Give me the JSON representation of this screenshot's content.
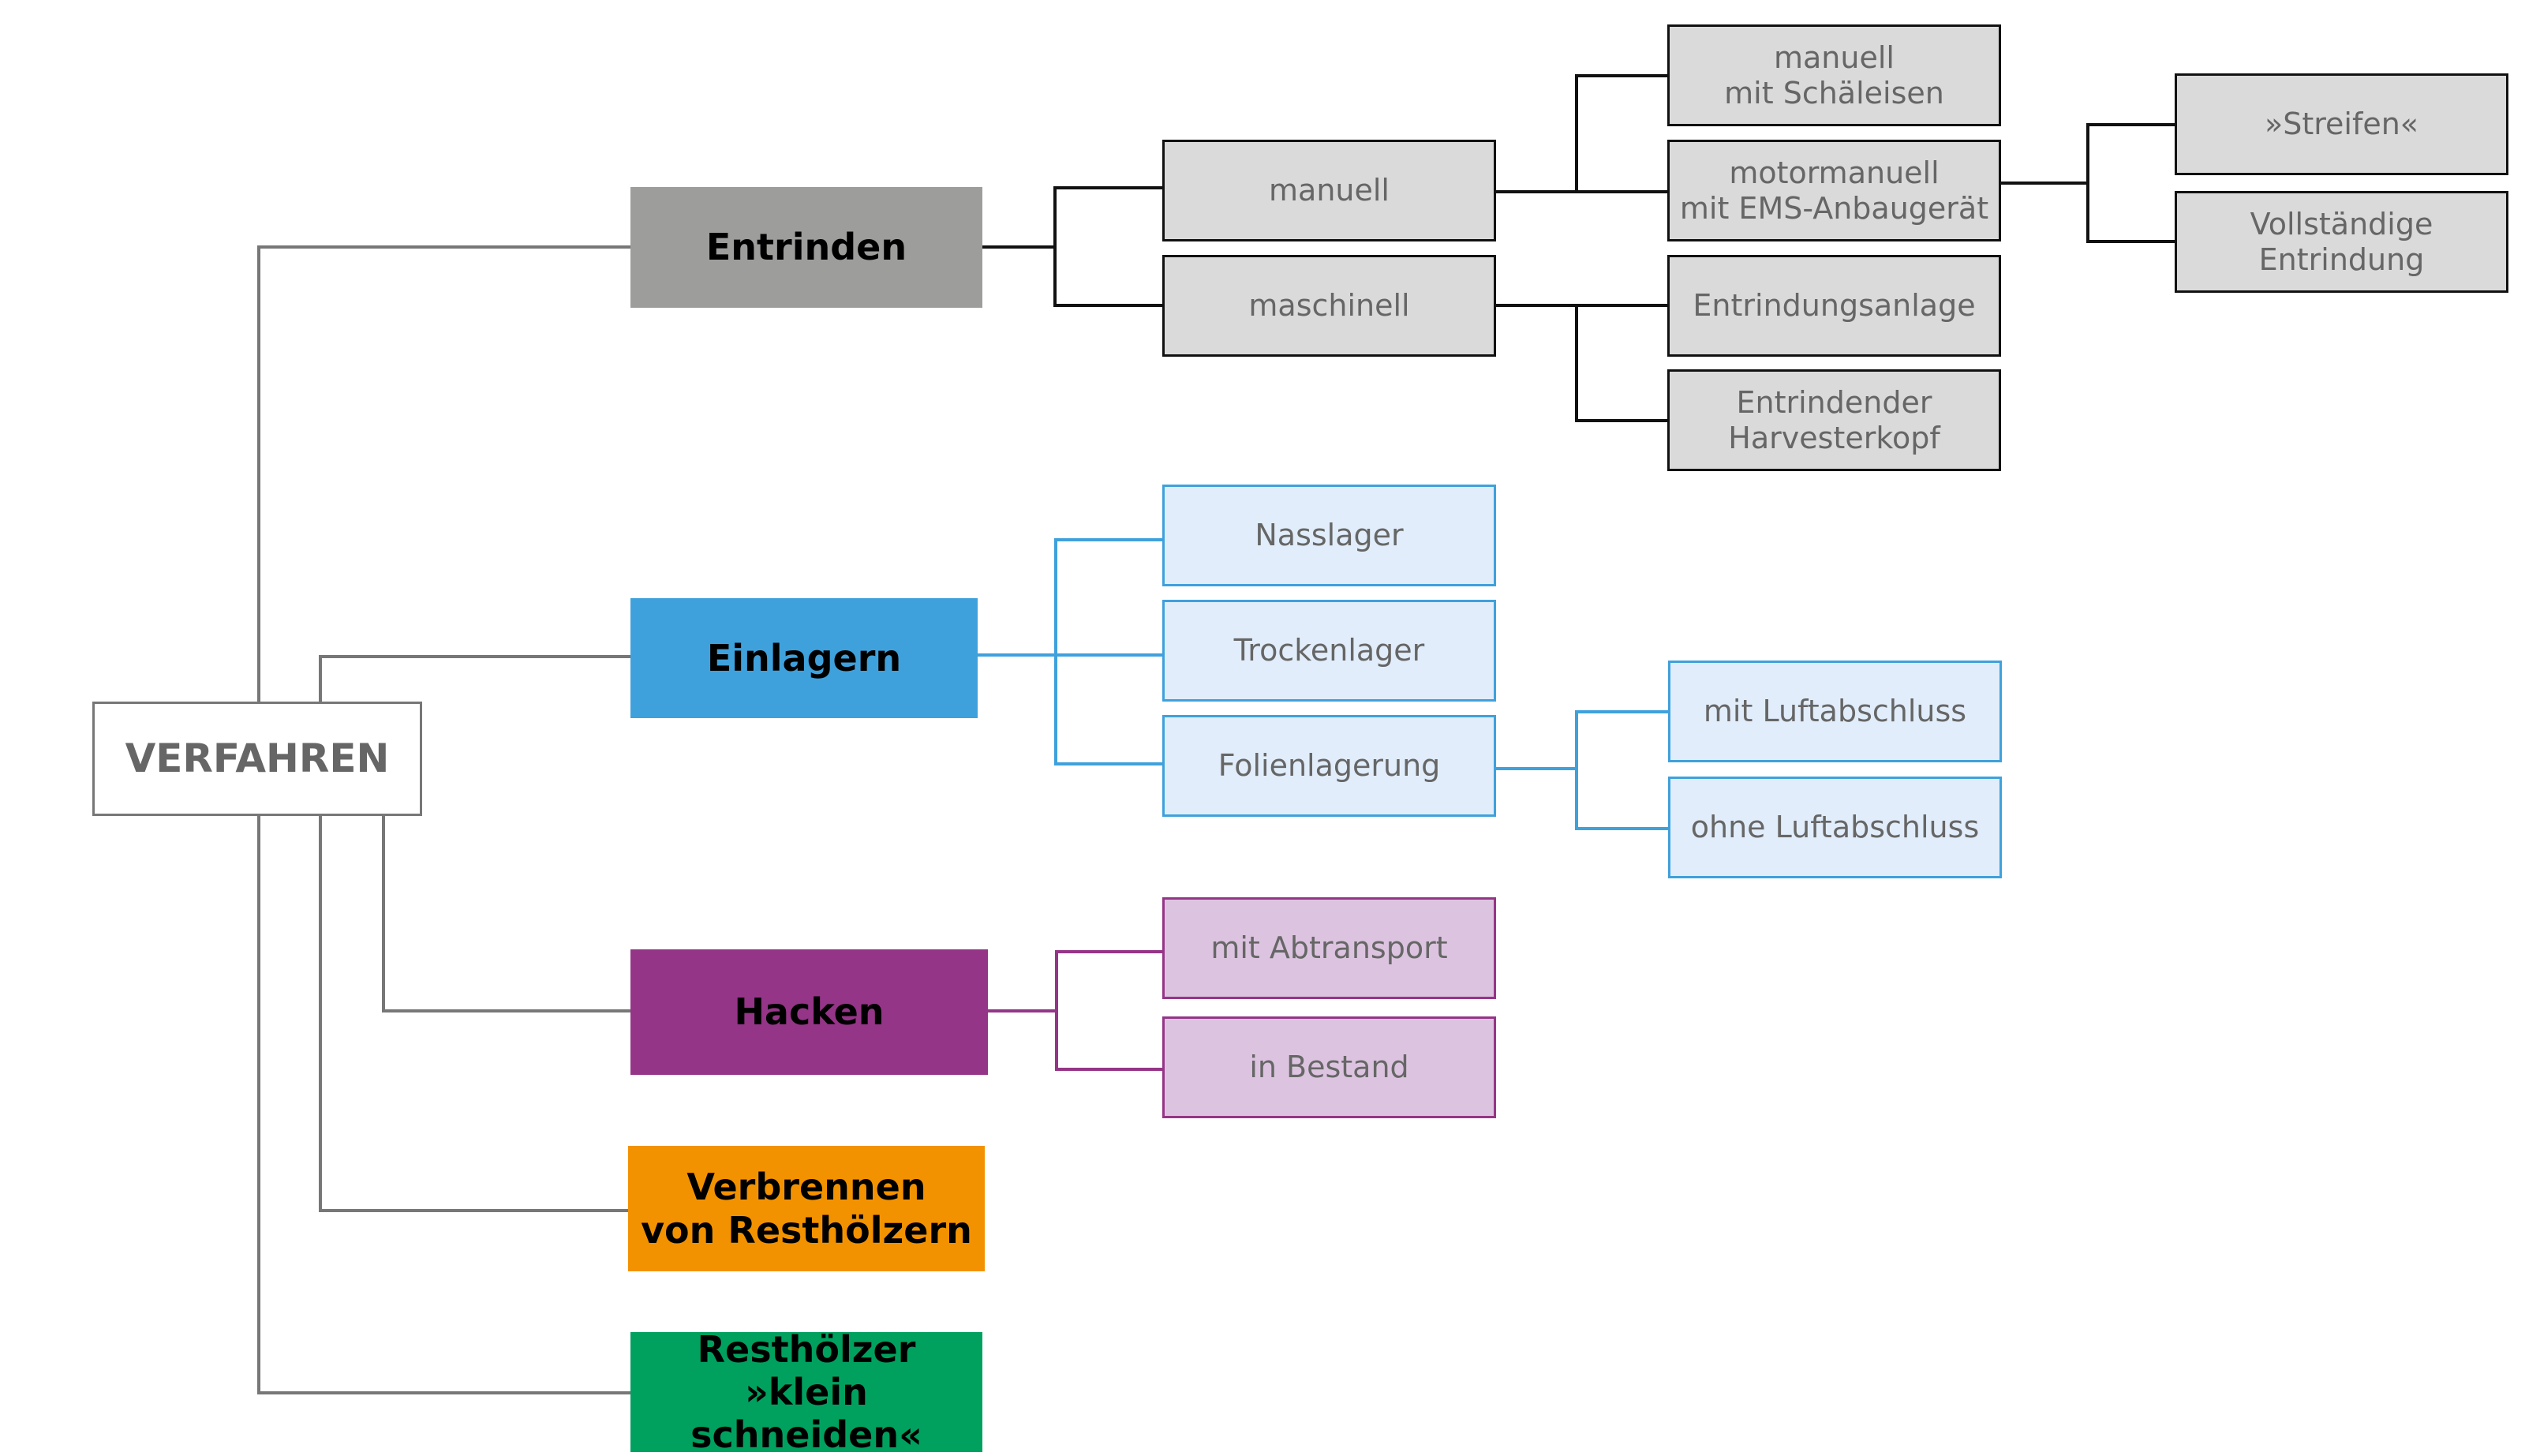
{
  "root": {
    "label": "VERFAHREN"
  },
  "colors": {
    "connector_root": "#777777",
    "entrinden": "#9d9d9c",
    "entrinden_line": "#111111",
    "entrinden_sub_fill": "#dadada",
    "einlagern": "#3fa1dc",
    "einlagern_sub_fill": "#e1edfa",
    "hacken": "#953587",
    "hacken_sub_fill": "#dcc4e0",
    "verbrennen": "#f39200",
    "resthoelzer": "#00a15e"
  },
  "categories": [
    {
      "id": "entrinden",
      "label": "Entrinden",
      "children": [
        {
          "id": "manuell",
          "label": "manuell",
          "children": [
            {
              "id": "manuell-schaeleisen",
              "label": "manuell\nmit Schäleisen"
            },
            {
              "id": "motormanuell-ems",
              "label": "motormanuell\nmit EMS-Anbaugerät",
              "children": [
                {
                  "id": "streifen",
                  "label": "»Streifen«"
                },
                {
                  "id": "vollstaendige-entrindung",
                  "label": "Vollständige\nEntrindung"
                }
              ]
            }
          ]
        },
        {
          "id": "maschinell",
          "label": "maschinell",
          "children": [
            {
              "id": "entrindungsanlage",
              "label": "Entrindungsanlage"
            },
            {
              "id": "entrindender-harvesterkopf",
              "label": "Entrindender\nHarvesterkopf"
            }
          ]
        }
      ]
    },
    {
      "id": "einlagern",
      "label": "Einlagern",
      "children": [
        {
          "id": "nasslager",
          "label": "Nasslager"
        },
        {
          "id": "trockenlager",
          "label": "Trockenlager"
        },
        {
          "id": "folienlagerung",
          "label": "Folienlagerung",
          "children": [
            {
              "id": "mit-luftabschluss",
              "label": "mit Luftabschluss"
            },
            {
              "id": "ohne-luftabschluss",
              "label": "ohne Luftabschluss"
            }
          ]
        }
      ]
    },
    {
      "id": "hacken",
      "label": "Hacken",
      "children": [
        {
          "id": "mit-abtransport",
          "label": "mit Abtransport"
        },
        {
          "id": "in-bestand",
          "label": "in Bestand"
        }
      ]
    },
    {
      "id": "verbrennen",
      "label": "Verbrennen\nvon Resthölzern"
    },
    {
      "id": "resthoelzer",
      "label": "Resthölzer\n»klein schneiden«"
    }
  ]
}
